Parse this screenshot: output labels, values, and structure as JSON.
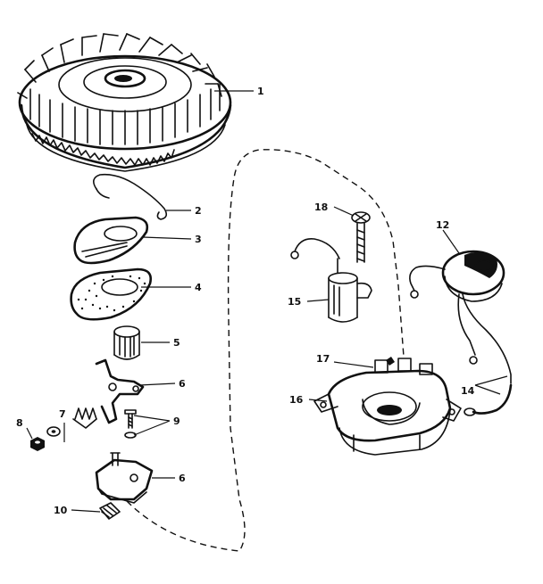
{
  "diagram": {
    "colors": {
      "ink": "#111111",
      "background": "#ffffff"
    },
    "callouts": [
      {
        "id": "c1",
        "text": "1"
      },
      {
        "id": "c2",
        "text": "2"
      },
      {
        "id": "c3",
        "text": "3"
      },
      {
        "id": "c4",
        "text": "4"
      },
      {
        "id": "c5",
        "text": "5"
      },
      {
        "id": "c6",
        "text": "6"
      },
      {
        "id": "c7",
        "text": "7"
      },
      {
        "id": "c8",
        "text": "8"
      },
      {
        "id": "c9",
        "text": "9"
      },
      {
        "id": "c10",
        "text": "10"
      },
      {
        "id": "c12",
        "text": "12"
      },
      {
        "id": "c14",
        "text": "14"
      },
      {
        "id": "c15",
        "text": "15"
      },
      {
        "id": "c16",
        "text": "16"
      },
      {
        "id": "c17",
        "text": "17"
      },
      {
        "id": "c18",
        "text": "18"
      },
      {
        "id": "c6b",
        "text": "6"
      }
    ]
  }
}
